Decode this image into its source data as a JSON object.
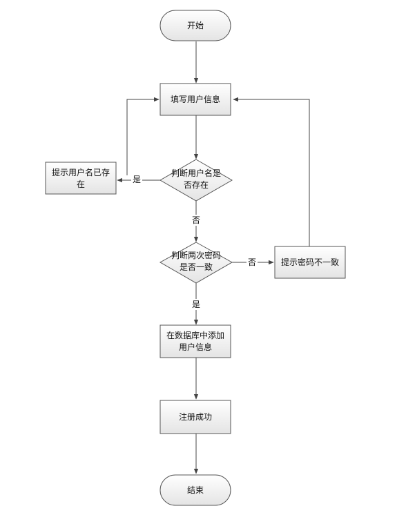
{
  "nodes": {
    "start": "开始",
    "fill_info": "填写用户信息",
    "check_username": [
      "判断用户名是",
      "否存在"
    ],
    "username_exists": [
      "提示用户名已存",
      "在"
    ],
    "check_password": [
      "判断两次密码",
      "是否一致"
    ],
    "password_mismatch": "提示密码不一致",
    "add_to_db": [
      "在数据库中添加",
      "用户信息"
    ],
    "register_success": "注册成功",
    "end": "结束"
  },
  "edges": {
    "username_yes": "是",
    "username_no": "否",
    "password_no": "否",
    "password_yes": "是"
  },
  "colors": {
    "fill_light": "#ffffff",
    "fill_dark": "#e4e4e4",
    "stroke": "#555555"
  }
}
